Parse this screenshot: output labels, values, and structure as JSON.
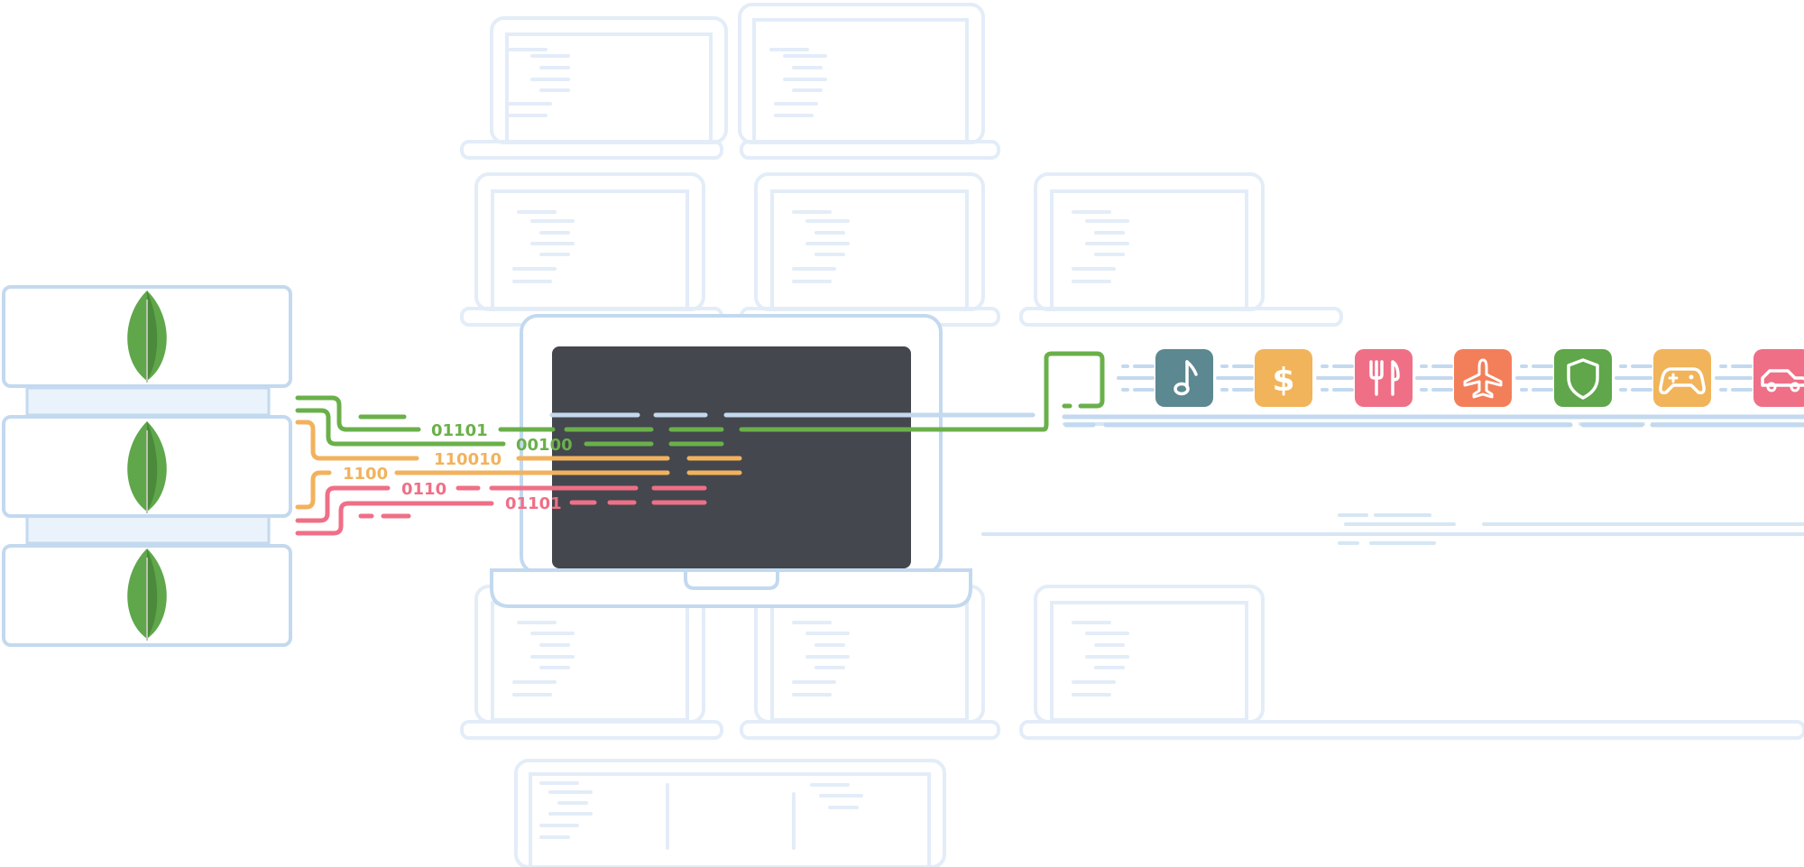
{
  "colors": {
    "green": "#6ab04a",
    "orange": "#f2b25d",
    "pink": "#ef6f87",
    "outline": "#c3d9ef",
    "outline_faint": "#e3edf8",
    "screen": "#44474d",
    "leaf_green": "#5fa74a",
    "leaf_dark": "#4a8a3a"
  },
  "binary_labels": {
    "green_1": "01101",
    "green_2": "00100",
    "orange_1": "110010",
    "orange_2": "1100",
    "pink_1": "0110",
    "pink_2": "01101"
  },
  "app_icons": [
    {
      "name": "music-note-icon",
      "color": "#5b8891"
    },
    {
      "name": "dollar-icon",
      "color": "#f1b45a"
    },
    {
      "name": "restaurant-icon",
      "color": "#ef6f87"
    },
    {
      "name": "airplane-icon",
      "color": "#f27f5a"
    },
    {
      "name": "shield-icon",
      "color": "#5fa74a"
    },
    {
      "name": "gamepad-icon",
      "color": "#f1b45a"
    },
    {
      "name": "car-icon",
      "color": "#ef6f87"
    }
  ],
  "icon_glyphs": {
    "dollar": "$"
  }
}
